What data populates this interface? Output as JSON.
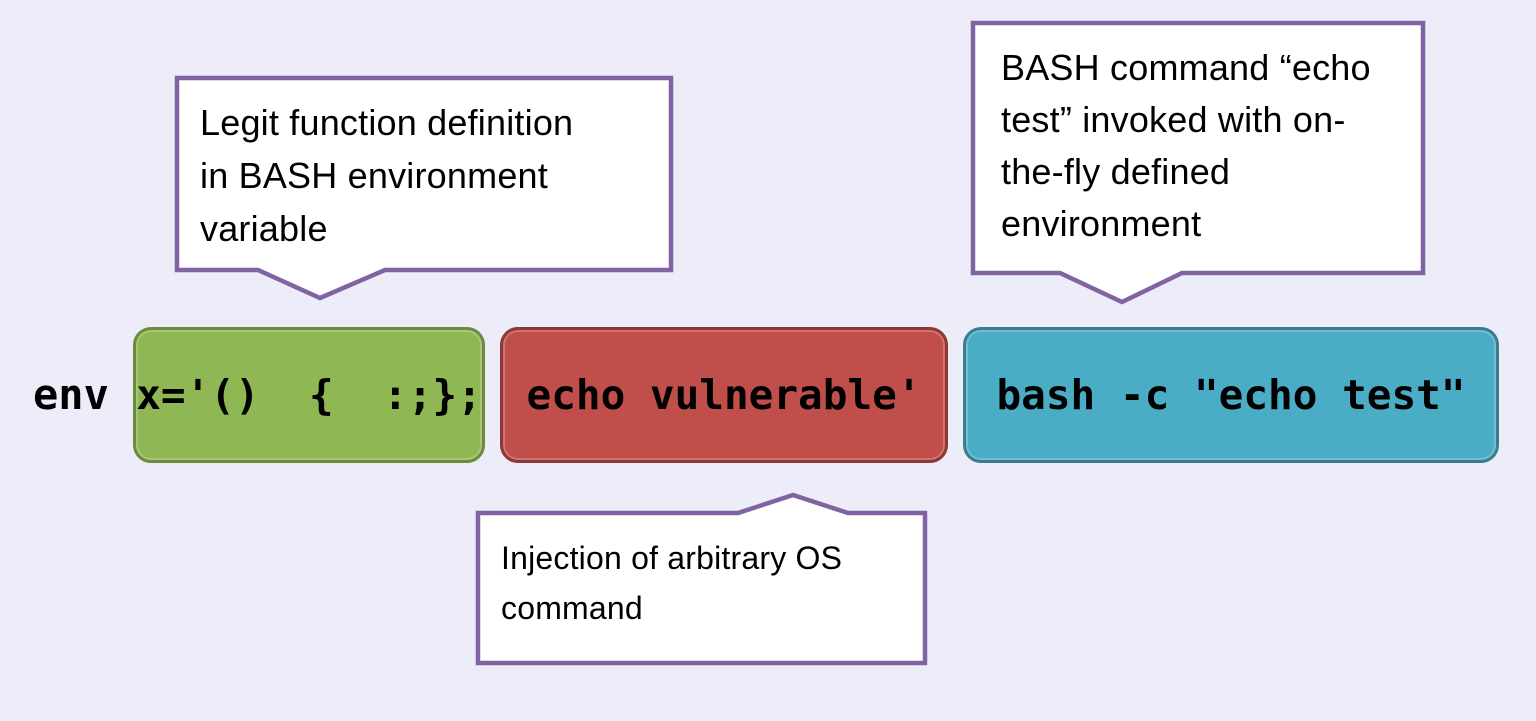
{
  "colors": {
    "background": "#EDEDF9",
    "callout_fill": "#FFFFFF",
    "callout_border": "#8064A2",
    "text": "#000000",
    "green_fill": "#8FB754",
    "green_border": "#6D8A3D",
    "red_fill": "#C04E4A",
    "red_border": "#8C3835",
    "blue_fill": "#4BACC6",
    "blue_border": "#3A7D90"
  },
  "callouts": {
    "function_definition": {
      "text": "Legit function definition\nin BASH environment\nvariable"
    },
    "bash_invocation": {
      "text": "BASH command “echo\ntest” invoked with on-\nthe-fly defined\nenvironment"
    },
    "injection": {
      "text": "Injection of arbitrary OS\ncommand"
    }
  },
  "command": {
    "prefix": "env",
    "segments": [
      {
        "id": "function-definition",
        "text": "x='()  {  :;};"
      },
      {
        "id": "os-command-injection",
        "text": "echo vulnerable'"
      },
      {
        "id": "bash-invocation",
        "text": "bash -c \"echo test\""
      }
    ]
  }
}
